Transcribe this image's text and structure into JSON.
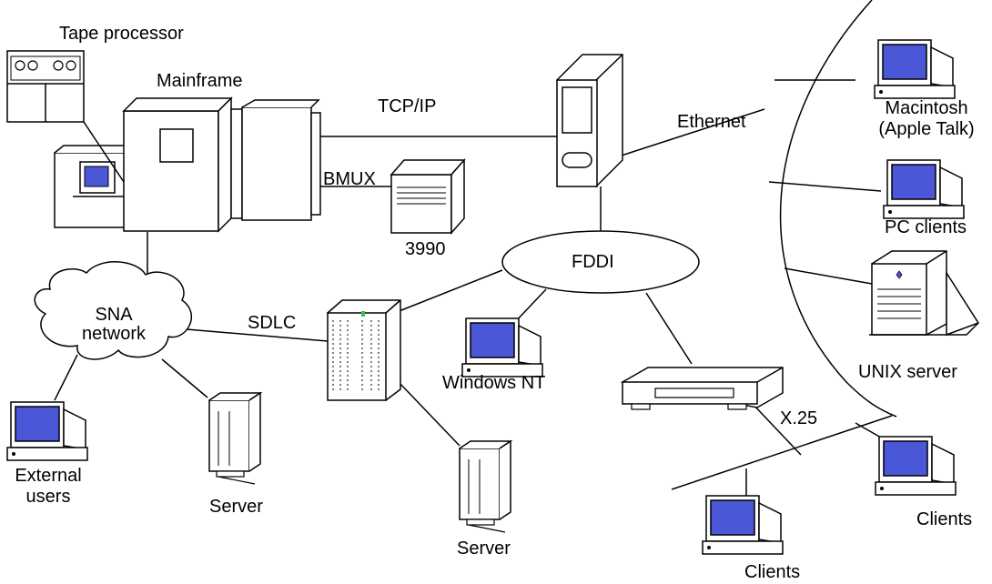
{
  "labels": {
    "tape_processor": "Tape processor",
    "mainframe": "Mainframe",
    "tcpip": "TCP/IP",
    "ethernet": "Ethernet",
    "macintosh": "Macintosh",
    "apple_talk": "(Apple Talk)",
    "pc_clients": "PC clients",
    "unix_server": "UNIX server",
    "bmux": "BMUX",
    "disk_3990": "3990",
    "fddi": "FDDI",
    "sna_line1": "SNA",
    "sna_line2": "network",
    "sdlc": "SDLC",
    "windows_nt": "Windows NT",
    "x25": "X.25",
    "external_line1": "External",
    "external_line2": "users",
    "server_left": "Server",
    "server_mid": "Server",
    "clients_right": "Clients",
    "clients_bottom": "Clients"
  },
  "colors": {
    "line": "#000000",
    "screen": "#4a58d8",
    "device_fill": "#ffffff",
    "led": "#37c24a"
  }
}
